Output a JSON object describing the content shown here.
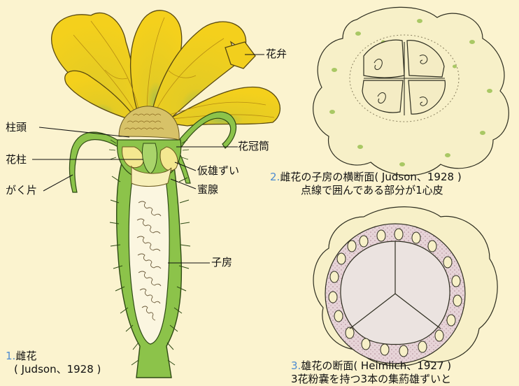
{
  "figure1": {
    "labels": {
      "petal": "花弁",
      "stigma": "柱頭",
      "corolla_tube": "花冠筒",
      "style": "花柱",
      "staminode": "仮雄ずい",
      "calyx_lobe": "がく片",
      "nectary": "蜜腺",
      "ovary": "子房"
    },
    "caption_number": "1.",
    "caption_line1": "雌花",
    "caption_line2": "( Judson、1928 )"
  },
  "figure2": {
    "caption_number": "2.",
    "caption_line1": "雌花の子房の横断面( Judson、1928 )",
    "caption_line2": "点線で囲んである部分が1心皮"
  },
  "figure3": {
    "caption_number": "3.",
    "caption_line1": "雄花の断面( Heimlich、1927 )",
    "caption_line2": "3花粉嚢を持つ3本の集葯雄ずいと"
  },
  "colors": {
    "background": "#fbf3cf",
    "petal": "#f2cf1d",
    "stem": "#8cc34a",
    "section": "#f7f0c8",
    "anther_tissue": "#e6d2d6",
    "caption_number": "#4d8bd0"
  }
}
